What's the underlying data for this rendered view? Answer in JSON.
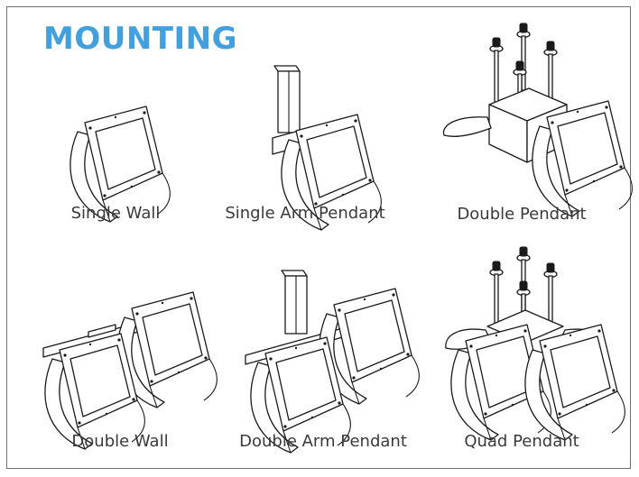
{
  "title": "MOUNTING",
  "options": [
    {
      "label": "Single Wall"
    },
    {
      "label": "Single Arm Pendant"
    },
    {
      "label": "Double Pendant"
    },
    {
      "label": "Double Wall"
    },
    {
      "label": "Double Arm Pendant"
    },
    {
      "label": "Quad Pendant"
    }
  ],
  "colors": {
    "title": "#41a0dd",
    "text": "#3a3a3a",
    "line": "#1a1a1a",
    "border": "#6f6f6f"
  }
}
